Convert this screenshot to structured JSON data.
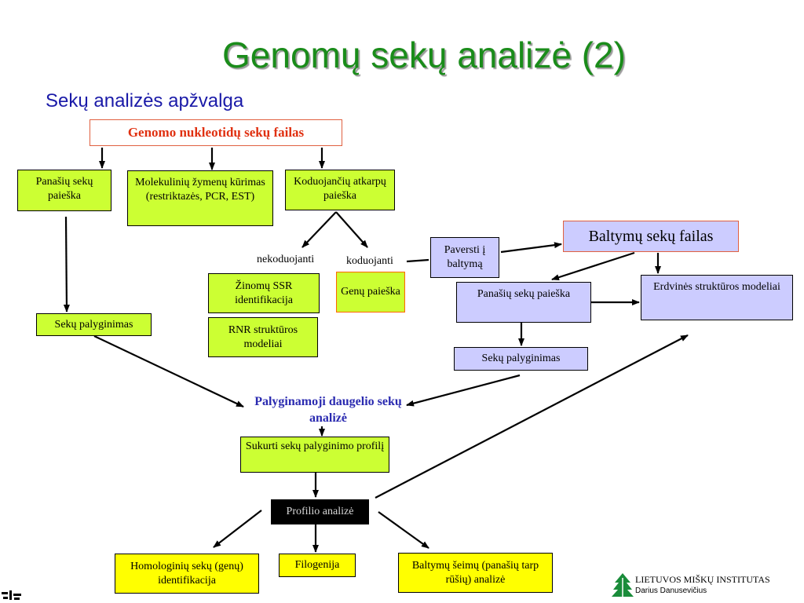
{
  "slide": {
    "title": "Genomų sekų analizė (2)",
    "subtitle": "Sekų analizės apžvalga"
  },
  "nodes": {
    "genome_file": "Genomo nukleotidų sekų failas",
    "similar_search_left": "Panašių sekų paieška",
    "molecular_markers": "Molekulinių žymenų kūrimas (restriktazės, PCR, EST)",
    "coding_search": "Koduojančių atkarpų  paieška",
    "noncoding_label": "nekoduojanti",
    "coding_label": "koduojanti",
    "ssr": "Žinomų SSR identifikacija",
    "rna": "RNR struktūros modeliai",
    "gene_search": "Genų paieška",
    "seq_compare_left": "Sekų palyginimas",
    "translate": "Paversti į baltymą",
    "protein_file": "Baltymų sekų failas",
    "similar_search_right": "Panašių sekų paieška",
    "structure_models": "Erdvinės struktūros modeliai",
    "seq_compare_right": "Sekų palyginimas",
    "msa": "Palyginamoji daugelio sekų analizė",
    "create_profile": "Sukurti sekų palyginimo profilį",
    "profile_analysis": "Profilio analizė",
    "homolog": "Homologinių sekų (genų) identifikacija",
    "phylogeny": "Filogenija",
    "protein_families": "Baltymų šeimų (panašių tarp rūšių) analizė"
  },
  "footer": {
    "institute": "LIETUVOS MIŠKŲ INSTITUTAS",
    "author": "Darius Danusevičius",
    "tree_icon": "tree-logo-icon",
    "corner_icon": "corner-logo-icon"
  }
}
